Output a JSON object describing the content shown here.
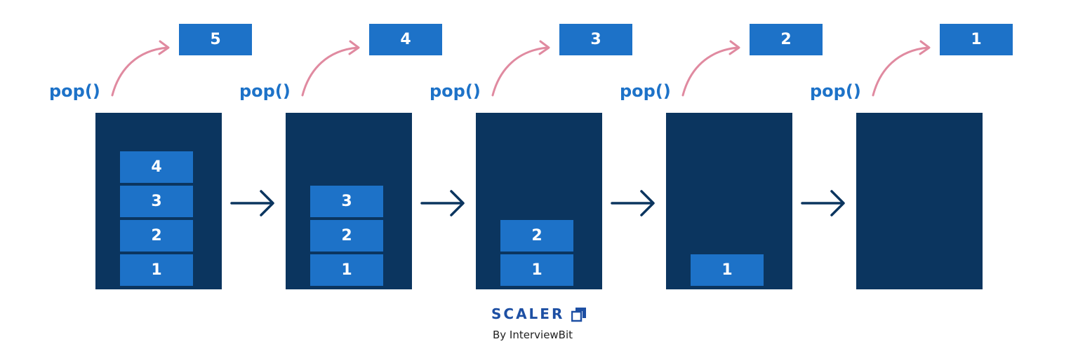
{
  "colors": {
    "background": "#ffffff",
    "stack_container": "#0b355f",
    "block": "#1d72c8",
    "block_text": "#ffffff",
    "pop_label": "#1d72c8",
    "pop_curve": "#e08aa0",
    "step_arrow": "#0b355f",
    "logo": "#1d4fa3"
  },
  "stages": [
    {
      "pop_label": "pop()",
      "popped": "5",
      "remaining": [
        "4",
        "3",
        "2",
        "1"
      ]
    },
    {
      "pop_label": "pop()",
      "popped": "4",
      "remaining": [
        "3",
        "2",
        "1"
      ]
    },
    {
      "pop_label": "pop()",
      "popped": "3",
      "remaining": [
        "2",
        "1"
      ]
    },
    {
      "pop_label": "pop()",
      "popped": "2",
      "remaining": [
        "1"
      ]
    },
    {
      "pop_label": "pop()",
      "popped": "1",
      "remaining": []
    }
  ],
  "logo": {
    "name": "SCALER",
    "tagline": "By InterviewBit",
    "icon": "scaler-cube-logo-icon"
  }
}
